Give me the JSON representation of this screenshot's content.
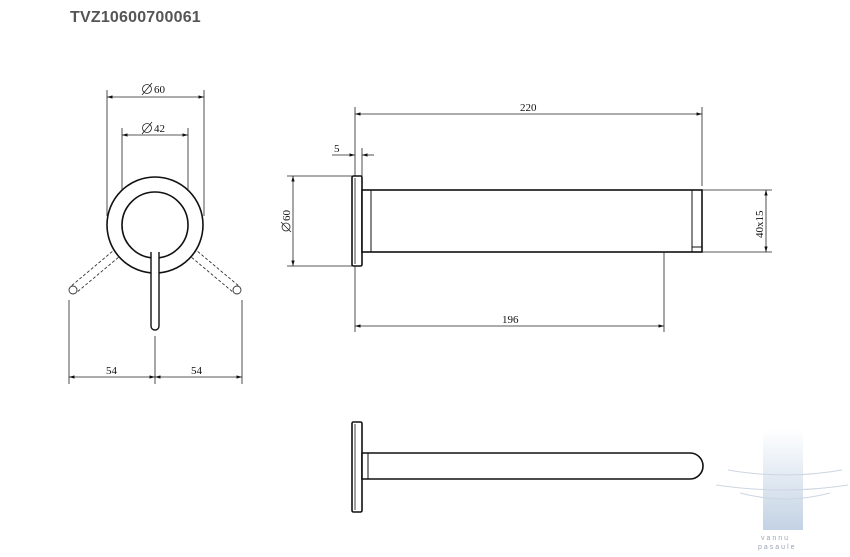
{
  "title": "TVZ10600700061",
  "dimensions": {
    "front_outer_diameter": "60",
    "front_inner_diameter": "42",
    "lever_left": "54",
    "lever_right": "54",
    "side_length_total": "220",
    "side_plate_thickness": "5",
    "side_diameter": "60",
    "side_spout_section": "40x15",
    "side_length_inner": "196"
  },
  "watermark": {
    "line1": "vannu",
    "line2": "pasaule"
  },
  "colors": {
    "line": "#111111",
    "title": "#555555",
    "watermark": "#c9d6e6"
  }
}
